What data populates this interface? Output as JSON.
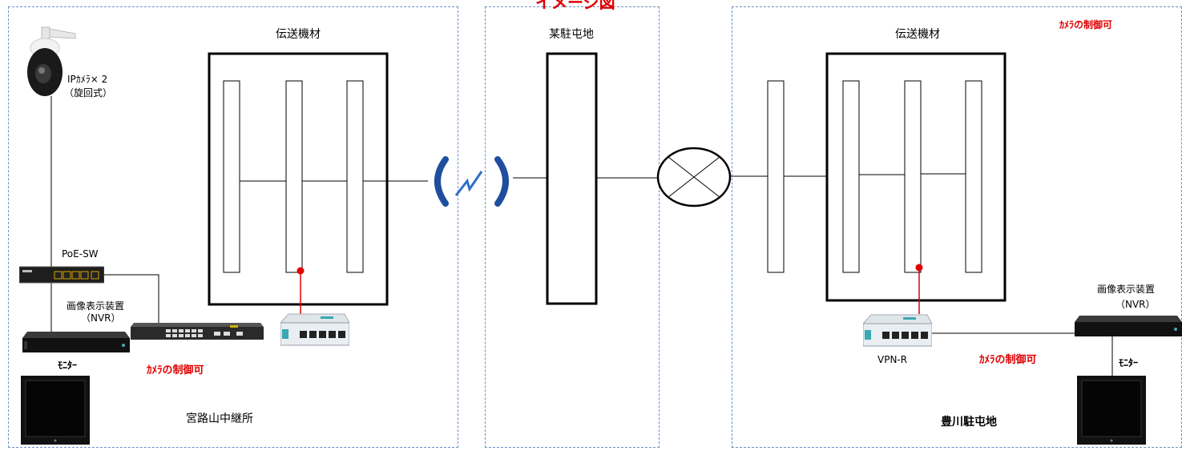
{
  "title": "イメージ図",
  "sites": {
    "left": {
      "name": "宮路山中継所",
      "equipment_label": "伝送機材",
      "camera_label": "IPｶﾒﾗ× 2",
      "camera_sublabel": "（旋回式）",
      "switch_label": "PoE-SW",
      "nvr_label": "画像表示装置",
      "nvr_sublabel": "（NVR）",
      "monitor_label": "ﾓﾆﾀｰ",
      "control_label": "ｶﾒﾗの制御可"
    },
    "middle": {
      "name": "某駐屯地"
    },
    "right": {
      "name": "豊川駐屯地",
      "equipment_label": "伝送機材",
      "router_label": "VPN-R",
      "nvr_label": "画像表示装置",
      "nvr_sublabel": "（NVR）",
      "monitor_label": "ﾓﾆﾀｰ",
      "control_label_top": "ｶﾒﾗの制御可",
      "control_label_bottom": "ｶﾒﾗの制御可"
    }
  },
  "colors": {
    "zone_border": "#6d8fc7",
    "control_text": "#e00000",
    "radio_link": "#1f4e9e",
    "router_body": "#e8eef2",
    "router_accent": "#3aa8b0"
  }
}
